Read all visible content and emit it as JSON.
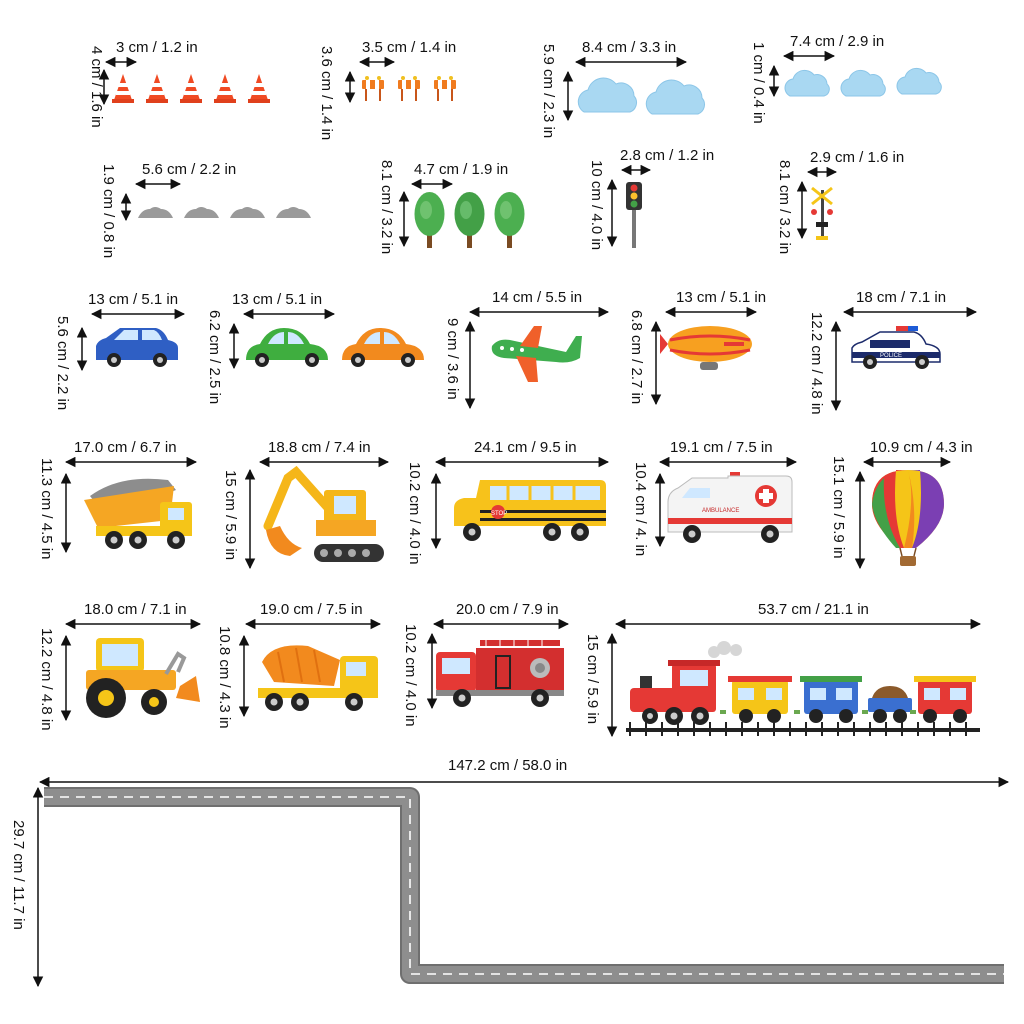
{
  "stickers": [
    {
      "id": "cone",
      "icon": "traffic-cone-icon",
      "w_label": "3 cm / 1.2 in",
      "h_label": "4 cm / 1.6 in"
    },
    {
      "id": "barrier",
      "icon": "road-barrier-icon",
      "w_label": "3.5 cm / 1.4 in",
      "h_label": "3.6 cm / 1.4 in"
    },
    {
      "id": "cloud-large",
      "icon": "cloud-icon",
      "w_label": "8.4 cm / 3.3 in",
      "h_label": "5.9 cm / 2.3 in"
    },
    {
      "id": "cloud-small",
      "icon": "cloud-icon",
      "w_label": "7.4 cm / 2.9 in",
      "h_label": "1 cm / 0.4 in"
    },
    {
      "id": "rock",
      "icon": "rock-icon",
      "w_label": "5.6 cm / 2.2 in",
      "h_label": "1.9 cm / 0.8 in"
    },
    {
      "id": "tree",
      "icon": "tree-icon",
      "w_label": "4.7 cm / 1.9 in",
      "h_label": "8.1 cm / 3.2 in"
    },
    {
      "id": "traffic-light",
      "icon": "traffic-light-icon",
      "w_label": "2.8 cm / 1.2 in",
      "h_label": "10 cm / 4.0 in"
    },
    {
      "id": "crossing-signal",
      "icon": "railroad-crossing-icon",
      "w_label": "2.9 cm / 1.6 in",
      "h_label": "8.1 cm / 3.2 in"
    },
    {
      "id": "suv",
      "icon": "suv-icon",
      "w_label": "13 cm / 5.1 in",
      "h_label": "5.6 cm / 2.2 in"
    },
    {
      "id": "beetle-cars",
      "icon": "car-icon",
      "w_label": "13 cm / 5.1 in",
      "h_label": "6.2 cm / 2.5 in"
    },
    {
      "id": "airplane",
      "icon": "airplane-icon",
      "w_label": "14 cm / 5.5 in",
      "h_label": "9 cm / 3.6 in"
    },
    {
      "id": "blimp",
      "icon": "blimp-icon",
      "w_label": "13 cm / 5.1 in",
      "h_label": "6.8 cm / 2.7 in"
    },
    {
      "id": "police-car",
      "icon": "police-car-icon",
      "w_label": "18 cm / 7.1 in",
      "h_label": "12.2 cm / 4.8 in",
      "text": "POLICE"
    },
    {
      "id": "dump-truck",
      "icon": "dump-truck-icon",
      "w_label": "17.0 cm / 6.7 in",
      "h_label": "11.3 cm / 4.5 in"
    },
    {
      "id": "excavator",
      "icon": "excavator-icon",
      "w_label": "18.8 cm / 7.4 in",
      "h_label": "15 cm / 5.9 in"
    },
    {
      "id": "school-bus",
      "icon": "school-bus-icon",
      "w_label": "24.1 cm / 9.5 in",
      "h_label": "10.2 cm / 4.0 in",
      "text": "STOP"
    },
    {
      "id": "ambulance",
      "icon": "ambulance-icon",
      "w_label": "19.1 cm / 7.5 in",
      "h_label": "10.4 cm / 4. in",
      "text": "AMBULANCE"
    },
    {
      "id": "balloon",
      "icon": "hot-air-balloon-icon",
      "w_label": "10.9 cm / 4.3 in",
      "h_label": "15.1 cm / 5.9 in"
    },
    {
      "id": "tractor",
      "icon": "tractor-icon",
      "w_label": "18.0 cm / 7.1 in",
      "h_label": "12.2 cm / 4.8 in"
    },
    {
      "id": "mixer",
      "icon": "cement-mixer-icon",
      "w_label": "19.0 cm / 7.5 in",
      "h_label": "10.8 cm / 4.3 in"
    },
    {
      "id": "fire-truck",
      "icon": "fire-truck-icon",
      "w_label": "20.0 cm / 7.9 in",
      "h_label": "10.2 cm / 4.0 in"
    },
    {
      "id": "train",
      "icon": "train-icon",
      "w_label": "53.7 cm / 21.1 in",
      "h_label": "15 cm / 5.9 in"
    }
  ],
  "road": {
    "icon": "road-track-icon",
    "w_label": "147.2 cm / 58.0 in",
    "h_label": "29.7 cm / 11.7 in"
  },
  "colors": {
    "dim": "#111111",
    "road": "#8e8e8e",
    "road_edge": "#6f6f6f",
    "lane": "#ffffff"
  }
}
